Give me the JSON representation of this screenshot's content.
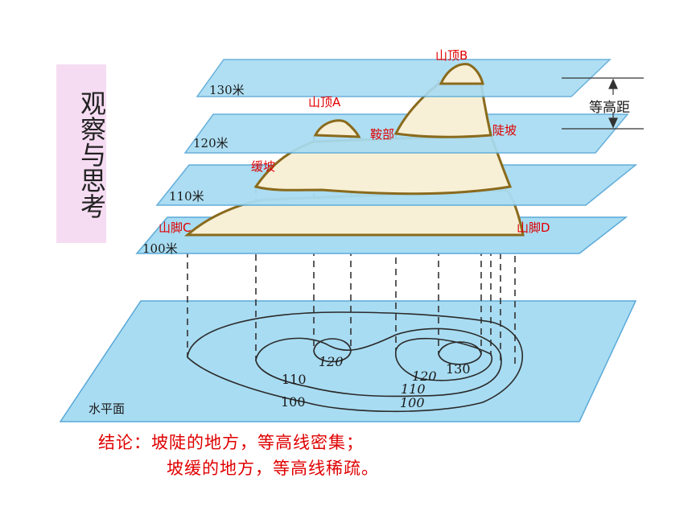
{
  "side_title": "观察与思考",
  "planes": {
    "p130": "130米",
    "p120": "120米",
    "p110": "110米",
    "p100": "100米",
    "base": "水平面"
  },
  "features": {
    "peak_a": "山顶A",
    "peak_b": "山顶B",
    "saddle": "鞍部",
    "steep_slope": "陡坡",
    "gentle_slope": "缓坡",
    "foot_c": "山脚C",
    "foot_d": "山脚D"
  },
  "interval_label": "等高距",
  "contours": {
    "c120_left": "120",
    "c120_right": "120",
    "c130": "130",
    "c110_left": "110",
    "c110_right": "110",
    "c100_left": "100",
    "c100_right": "100"
  },
  "conclusion": {
    "line1": "结论：坡陡的地方，等高线密集；",
    "line2": "坡缓的地方，等高线稀疏。"
  },
  "colors": {
    "plane_fill": "#a8dcf2",
    "plane_stroke": "#5aa9d8",
    "mountain_fill": "#f7f0d6",
    "mountain_stroke": "#8a6a1c",
    "text_red": "#e00000",
    "panel_pink": "#f6dcf2"
  }
}
